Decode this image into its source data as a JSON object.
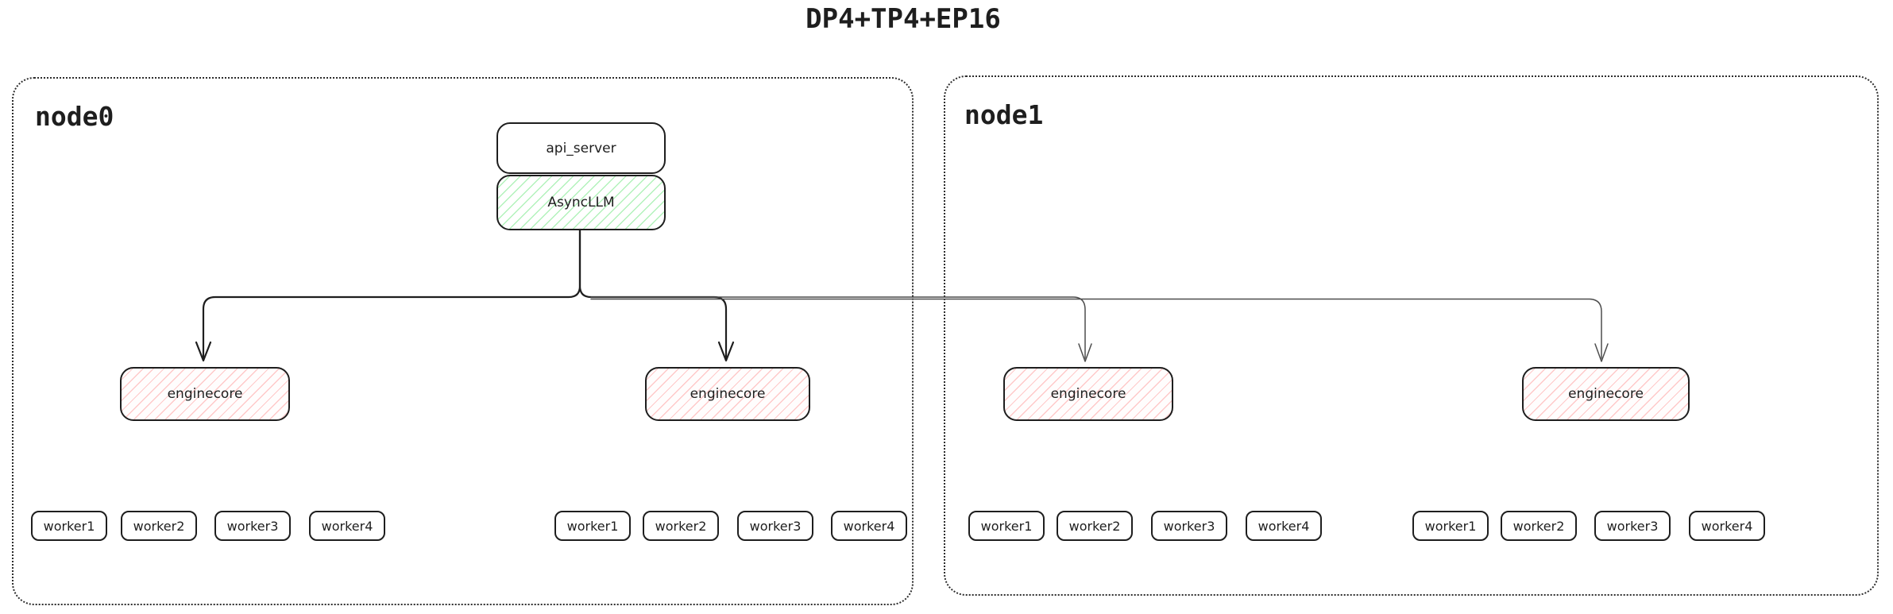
{
  "title": "DP4+TP4+EP16",
  "colors": {
    "ink": "#1e1e1e",
    "green_hatch": "#b2f2bb",
    "red_hatch": "#ffc9c9",
    "thin_line": "#4d4d4d",
    "background": "#ffffff"
  },
  "nodes": [
    {
      "label": "node0",
      "api_server": "api_server",
      "async_llm": "AsyncLLM",
      "enginecores": [
        "enginecore",
        "enginecore"
      ],
      "worker_groups": [
        [
          "worker1",
          "worker2",
          "worker3",
          "worker4"
        ],
        [
          "worker1",
          "worker2",
          "worker3",
          "worker4"
        ]
      ]
    },
    {
      "label": "node1",
      "enginecores": [
        "enginecore",
        "enginecore"
      ],
      "worker_groups": [
        [
          "worker1",
          "worker2",
          "worker3",
          "worker4"
        ],
        [
          "worker1",
          "worker2",
          "worker3",
          "worker4"
        ]
      ]
    }
  ]
}
